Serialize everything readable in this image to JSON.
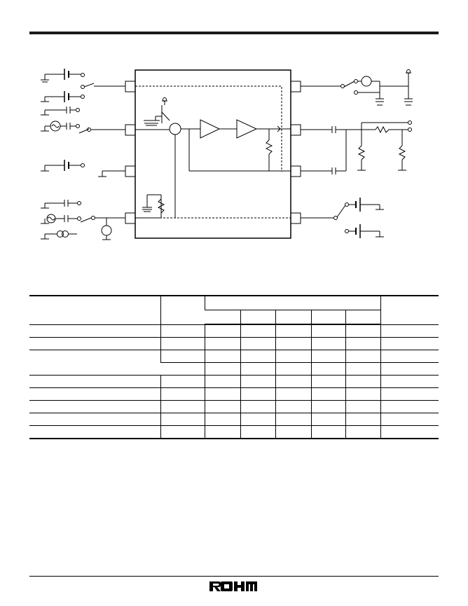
{
  "page": {
    "brand_logo": "ROHM",
    "table_rows": 9,
    "table_value_columns": 5
  }
}
